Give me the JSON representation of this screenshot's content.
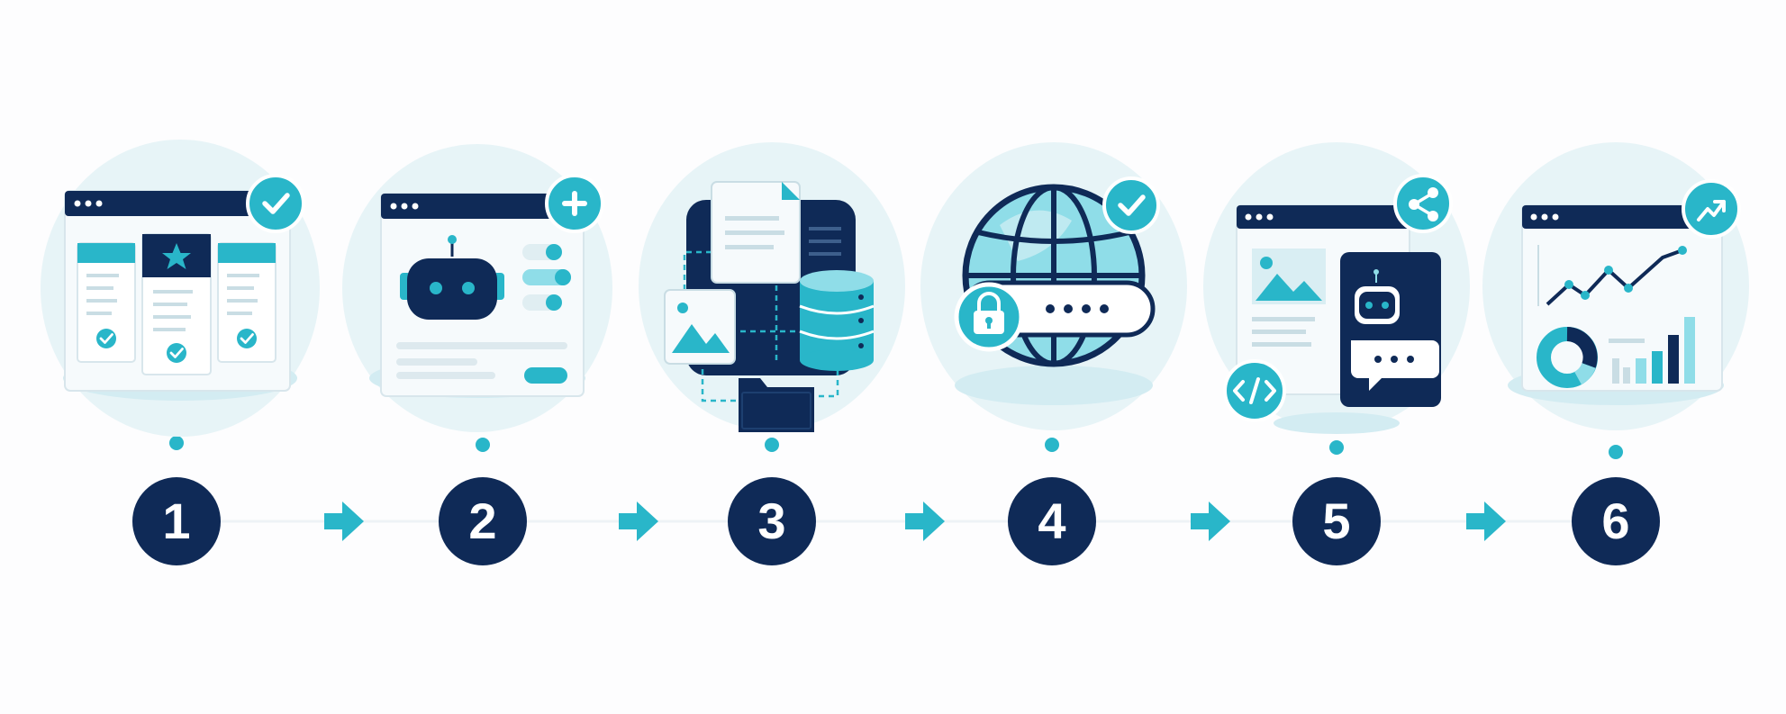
{
  "colors": {
    "navy": "#0f2a57",
    "teal": "#29b6c9",
    "light_teal": "#8fdde8",
    "pale": "#e4f3f6",
    "card": "#f4f9fb",
    "line": "#d6e6ec"
  },
  "steps": [
    {
      "number": "1",
      "badge_icon": "check-icon",
      "illustration": "pricing-plans-with-star"
    },
    {
      "number": "2",
      "badge_icon": "plus-icon",
      "illustration": "chatbot-builder"
    },
    {
      "number": "3",
      "badge_icon": "",
      "illustration": "data-import-database"
    },
    {
      "number": "4",
      "badge_icon": "check-icon",
      "illustration": "secure-globe-password"
    },
    {
      "number": "5",
      "badge_icon": "share-icon",
      "illustration": "website-chat-embed"
    },
    {
      "number": "6",
      "badge_icon": "trending-up-icon",
      "illustration": "analytics-dashboard"
    }
  ]
}
